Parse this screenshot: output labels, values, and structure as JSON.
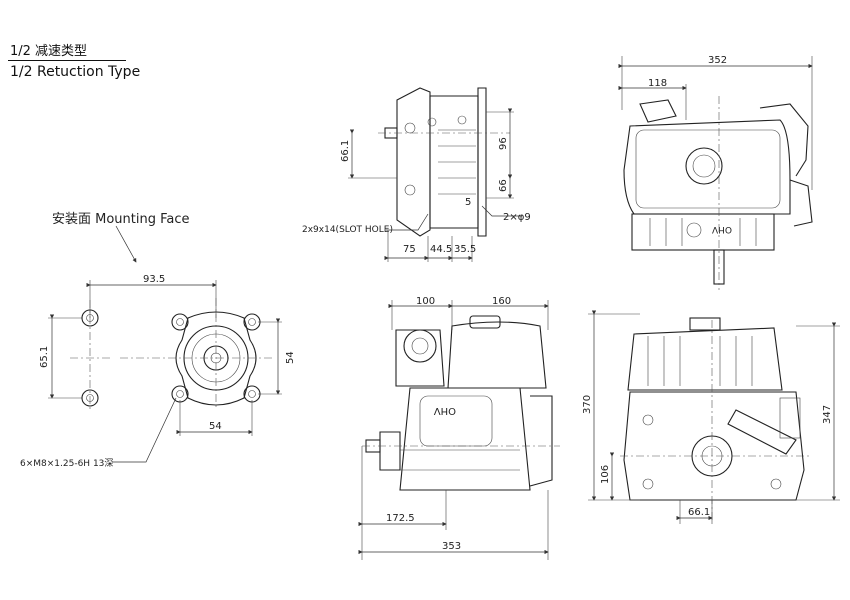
{
  "title": {
    "zh": "1/2 减速类型",
    "en": "1/2 Retuction Type"
  },
  "mounting_face": {
    "label": "安装面 Mounting Face",
    "dim_width": "93.5",
    "dim_height": "65.1",
    "dim_bolt_x": "54",
    "dim_bolt_y": "54",
    "thread_note": "6×M8×1.25-6H 13深"
  },
  "side_view": {
    "slot_hole": "2x9x14(SLOT HOLE)",
    "hole_note": "2×φ9",
    "dim_left_vert": "66.1",
    "dim_96": "96",
    "dim_66": "66",
    "dim_5": "5",
    "dim_75": "75",
    "dim_44_5": "44.5",
    "dim_35_5": "35.5"
  },
  "top_view": {
    "dim_352": "352",
    "dim_118": "118",
    "badge": "OHV"
  },
  "front_view": {
    "dim_100": "100",
    "dim_160": "160",
    "dim_172_5": "172.5",
    "dim_353": "353",
    "badge": "OHV"
  },
  "rear_view": {
    "dim_370": "370",
    "dim_347": "347",
    "dim_106": "106",
    "dim_66_1": "66.1"
  }
}
